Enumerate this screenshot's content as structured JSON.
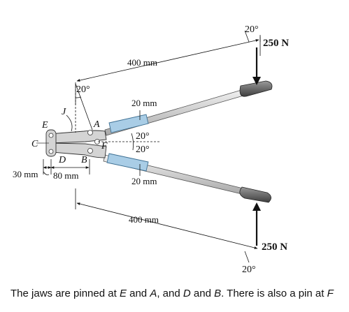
{
  "figure": {
    "labels": {
      "top_length": "400 mm",
      "bottom_length": "400 mm",
      "top_force": "250 N",
      "bottom_force": "250 N",
      "top_force_angle": "20°",
      "bottom_force_angle": "20°",
      "jaw_angle": "20°",
      "upper_sleeve_width": "20 mm",
      "lower_sleeve_width": "20 mm",
      "handle_angle_upper": "20°",
      "handle_angle_lower": "20°",
      "dim_30": "30 mm",
      "dim_80": "80 mm",
      "pin_A": "A",
      "pin_B": "B",
      "pin_C": "C",
      "pin_D": "D",
      "pin_E": "E",
      "pin_F": "F",
      "pin_J": "J"
    },
    "colors": {
      "sleeve": "#a9cde6",
      "grip": "#6f6f6f",
      "handle_top": "#d8d8d8",
      "handle_bottom": "#bdbdbd",
      "jaw": "#d4d4d4"
    }
  },
  "caption": {
    "t1": "The jaws are pinned at ",
    "e": "E",
    "t2": " and ",
    "a": "A",
    "t3": ", and ",
    "d": "D",
    "t4": " and ",
    "b": "B",
    "t5": ". There is also a pin at ",
    "f": "F"
  }
}
